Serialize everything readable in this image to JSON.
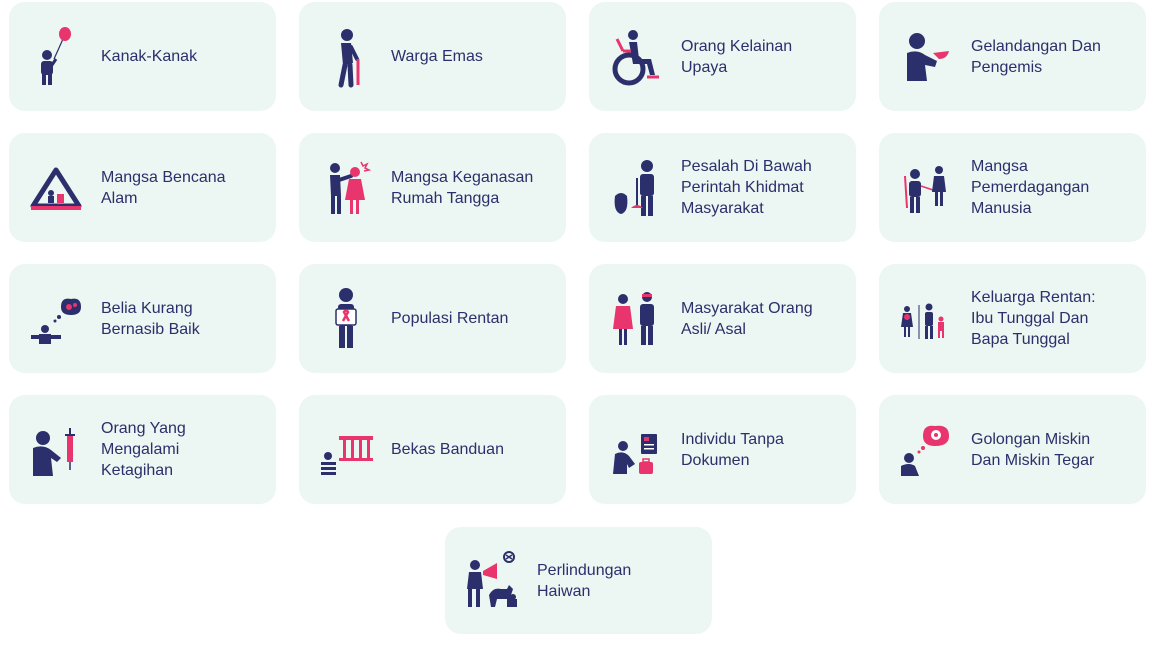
{
  "colors": {
    "card_bg": "#ecf6f2",
    "primary": "#2b2f6b",
    "accent": "#e8356d"
  },
  "categories": [
    {
      "label": "Kanak-Kanak",
      "icon": "child-balloon-icon"
    },
    {
      "label": "Warga Emas",
      "icon": "elderly-cane-icon"
    },
    {
      "label": "Orang Kelainan\nUpaya",
      "icon": "wheelchair-icon"
    },
    {
      "label": "Gelandangan Dan\nPengemis",
      "icon": "beggar-bowl-icon"
    },
    {
      "label": "Mangsa Bencana\nAlam",
      "icon": "disaster-warning-icon"
    },
    {
      "label": "Mangsa Keganasan\nRumah Tangga",
      "icon": "domestic-violence-icon"
    },
    {
      "label": "Pesalah Di Bawah\nPerintah Khidmat\nMasyarakat",
      "icon": "community-service-icon"
    },
    {
      "label": "Mangsa\nPemerdagangan\nManusia",
      "icon": "human-trafficking-icon"
    },
    {
      "label": "Belia Kurang\nBernasib Baik",
      "icon": "troubled-youth-icon"
    },
    {
      "label": "Populasi Rentan",
      "icon": "awareness-ribbon-icon"
    },
    {
      "label": "Masyarakat Orang\nAsli/ Asal",
      "icon": "indigenous-people-icon"
    },
    {
      "label": "Keluarga Rentan:\nIbu Tunggal Dan\nBapa Tunggal",
      "icon": "single-parent-family-icon"
    },
    {
      "label": "Orang Yang\nMengalami\nKetagihan",
      "icon": "addiction-syringe-icon"
    },
    {
      "label": "Bekas Banduan",
      "icon": "prison-bars-icon"
    },
    {
      "label": "Individu Tanpa\nDokumen",
      "icon": "undocumented-person-icon"
    },
    {
      "label": "Golongan Miskin\nDan Miskin Tegar",
      "icon": "poverty-thought-icon"
    }
  ],
  "featured": {
    "label": "Perlindungan\nHaiwan",
    "icon": "animal-protection-icon"
  }
}
